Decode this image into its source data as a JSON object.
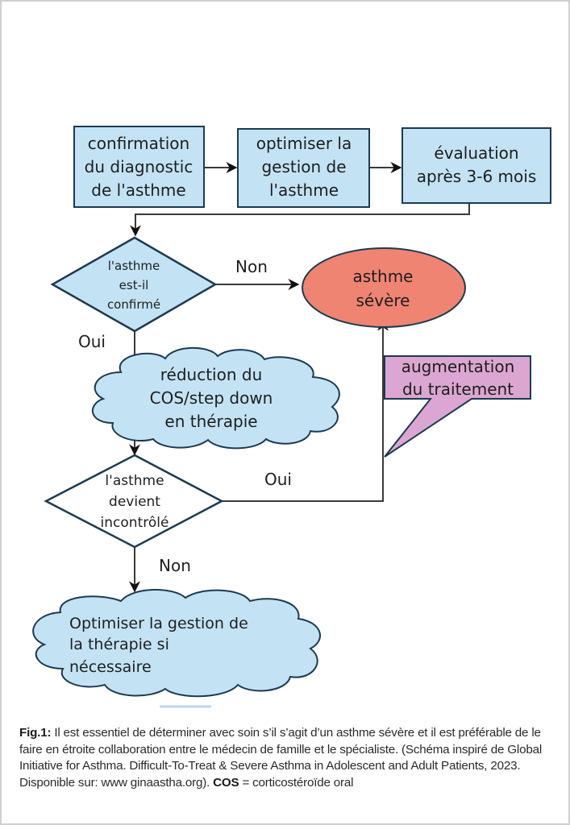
{
  "colors": {
    "box_fill": "#c3e3f5",
    "box_stroke": "#1d3a4f",
    "severe_fill": "#ef8473",
    "callout_fill": "#dba7d2",
    "decision2_fill": "#ffffff",
    "line": "#3a3a3a",
    "frame": "#cfcfcf"
  },
  "nodes": {
    "confirm_diagnosis": [
      "confirmation",
      "du diagnostic",
      "de l'asthme"
    ],
    "optimise_management": [
      "optimiser la",
      "gestion de",
      "l'asthme"
    ],
    "evaluation": [
      "évaluation",
      "après 3-6 mois"
    ],
    "decision_confirmed": [
      "l'asthme",
      "est-il",
      "confirmé"
    ],
    "severe_asthma": [
      "asthme",
      "sévère"
    ],
    "step_down": [
      "réduction du",
      "COS/step down",
      "en thérapie"
    ],
    "increase_treatment": [
      "augmentation",
      "du traitement"
    ],
    "decision_uncontrolled": [
      "l'asthme",
      "devient",
      "incontrôlé"
    ],
    "optimise_therapy": [
      "Optimiser la gestion de",
      "la  thérapie si",
      "nécessaire"
    ]
  },
  "edge_labels": {
    "confirmed_no": "Non",
    "confirmed_yes": "Oui",
    "uncontrolled_yes": "Oui",
    "uncontrolled_no": "Non"
  },
  "caption": {
    "fig_label": "Fig.1:",
    "text_part1": " Il est essentiel de déterminer avec soin s’il s’agit d’un asthme sévère et il est préférable de le faire en étroite collaboration entre le médecin de famille et le spécialiste. (Schéma inspiré de Global Initiative for Asthma. Difficult-To-Treat & Severe Asthma in Adolescent and Adult Patients, 2023.",
    "text_part2": "Disponible sur: www ginaastha.org). ",
    "abbr": "COS",
    "abbr_def": " = corticostéroïde oral"
  }
}
